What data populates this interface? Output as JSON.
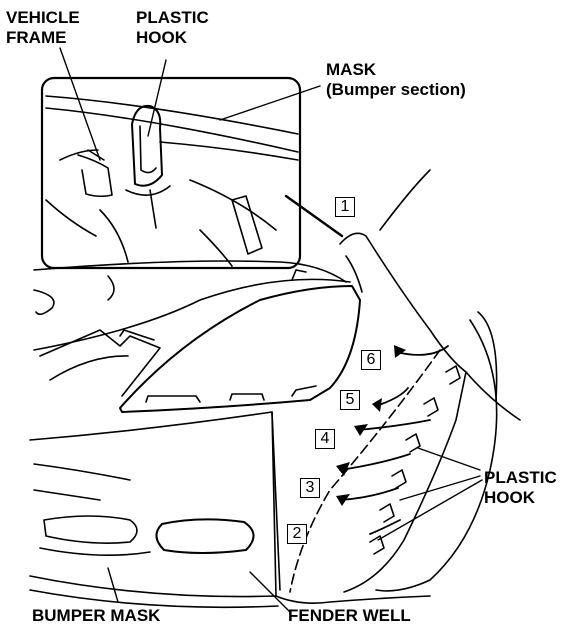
{
  "labels": {
    "vehicle_frame": "VEHICLE\nFRAME",
    "plastic_hook_top": "PLASTIC\nHOOK",
    "mask_bumper_section": "MASK\n(Bumper section)",
    "plastic_hook_right": "PLASTIC\nHOOK",
    "bumper_mask": "BUMPER MASK",
    "fender_well": "FENDER WELL"
  },
  "steps": [
    "1",
    "2",
    "3",
    "4",
    "5",
    "6"
  ]
}
